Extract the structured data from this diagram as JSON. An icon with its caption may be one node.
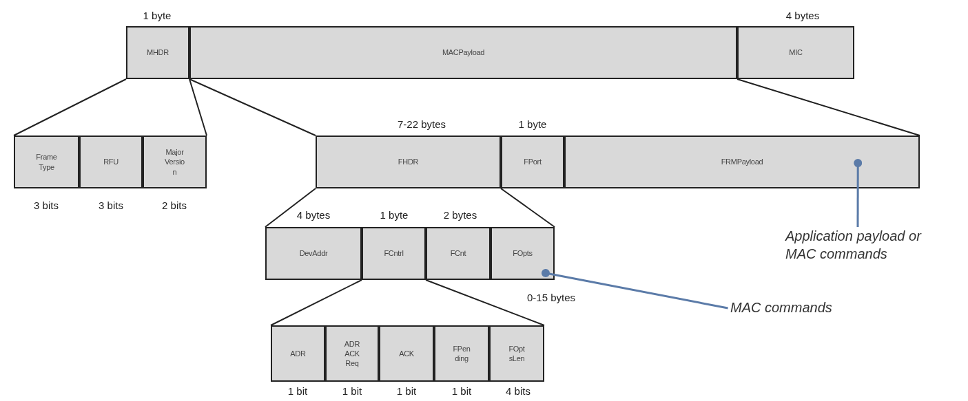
{
  "diagram": {
    "nodes": [
      {
        "text": [
          "MHDR"
        ],
        "beside": [
          "1 byte"
        ]
      },
      {
        "text": [
          "MACPayload"
        ]
      },
      {
        "text": [
          "MIC"
        ],
        "beside": [
          "4 bytes"
        ]
      },
      {
        "text": [
          "Frame Type"
        ],
        "beside": [
          "3 bits"
        ]
      },
      {
        "text": [
          "RFU"
        ],
        "beside": [
          "3 bits"
        ]
      },
      {
        "text": [
          "Major Versio n"
        ],
        "beside": [
          "2 bits"
        ]
      },
      {
        "text": [
          "FHDR"
        ],
        "beside": [
          "7-22 bytes"
        ]
      },
      {
        "text": [
          "FPort"
        ],
        "beside": [
          "1 byte"
        ]
      },
      {
        "text": [
          "FRMPayload"
        ]
      },
      {
        "text": [
          "DevAddr"
        ],
        "beside": [
          "4 bytes"
        ]
      },
      {
        "text": [
          "FCntrl"
        ],
        "beside": [
          "1 byte"
        ]
      },
      {
        "text": [
          "FCnt"
        ],
        "beside": [
          "2 bytes"
        ]
      },
      {
        "text": [
          "FOpts"
        ],
        "beside": [
          "0-15 bytes"
        ]
      },
      {
        "text": [
          "ADR"
        ],
        "beside": [
          "1 bit"
        ]
      },
      {
        "text": [
          "ADR ACK Req"
        ],
        "beside": [
          "1 bit"
        ]
      },
      {
        "text": [
          "ACK"
        ],
        "beside": [
          "1 bit"
        ]
      },
      {
        "text": [
          "FPen ding"
        ],
        "beside": [
          "1 bit"
        ]
      },
      {
        "text": [
          "FOpt sLen"
        ],
        "beside": [
          "4 bits"
        ]
      },
      {
        "text": [
          "Application payload or MAC commands"
        ]
      },
      {
        "text": [
          "MAC commands"
        ]
      }
    ],
    "edges": [
      {
        "from": 0,
        "to": 3,
        "arrow": "none"
      },
      {
        "from": 0,
        "to": 5,
        "arrow": "none"
      },
      {
        "from": 1,
        "to": 6,
        "arrow": "none"
      },
      {
        "from": 1,
        "to": 8,
        "arrow": "none"
      },
      {
        "from": 6,
        "to": 9,
        "arrow": "none"
      },
      {
        "from": 6,
        "to": 12,
        "arrow": "none"
      },
      {
        "from": 10,
        "to": 13,
        "arrow": "none"
      },
      {
        "from": 10,
        "to": 17,
        "arrow": "none"
      },
      {
        "from": 18,
        "to": 8,
        "arrow": "other",
        "color": "#5b7ba8"
      },
      {
        "from": 19,
        "to": 12,
        "arrow": "other",
        "color": "#5b7ba8"
      }
    ]
  }
}
